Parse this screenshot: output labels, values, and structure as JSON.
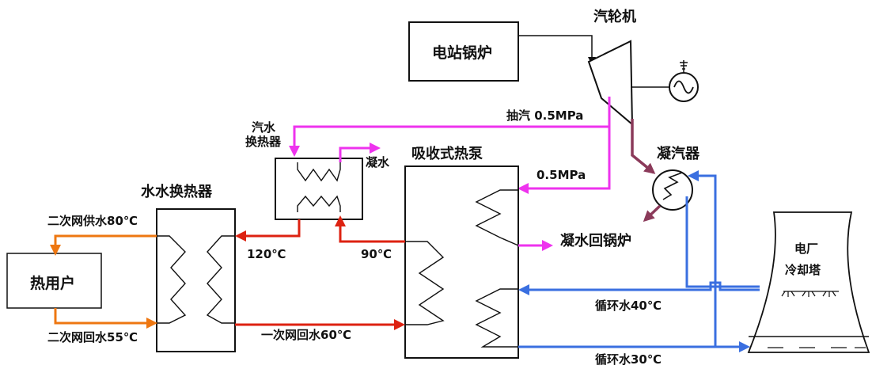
{
  "labels": {
    "boiler": "电站锅炉",
    "turbine": "汽轮机",
    "extraction_steam": "抽汽 0.5MPa",
    "steam_water_hx_line1": "汽水",
    "steam_water_hx_line2": "换热器",
    "condensate": "凝水",
    "absorption_heat_pump": "吸收式热泵",
    "condenser": "凝汽器",
    "steam_to_pump": "0.5MPa",
    "water_water_hx": "水水换热器",
    "secondary_supply": "二次网供水80℃",
    "heat_user": "热用户",
    "secondary_return": "二次网回水55℃",
    "temp_120": "120℃",
    "temp_90": "90℃",
    "condensate_to_boiler": "凝水回锅炉",
    "primary_return": "一次网回水60℃",
    "cooling_water_40": "循环水40℃",
    "cooling_water_30": "循环水30℃",
    "cooling_tower_line1": "电厂",
    "cooling_tower_line2": "冷却塔"
  },
  "colors": {
    "steam": "#ee33ee",
    "hot_water": "#dd2211",
    "secondary": "#ee7711",
    "cooling": "#3a6fe0",
    "condensate_dark": "#8b3a5a",
    "line": "#111111"
  }
}
